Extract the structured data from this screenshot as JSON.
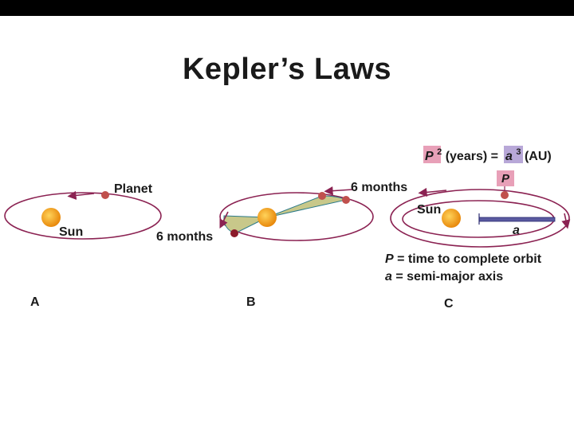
{
  "title": "Kepler’s Laws",
  "panel_a": {
    "planet_label": "Planet",
    "sun_label": "Sun",
    "panel_label": "A"
  },
  "panel_b": {
    "top_label": "6 months",
    "bottom_label": "6 months",
    "panel_label": "B"
  },
  "panel_c": {
    "formula_p": "P",
    "formula_p_exp": "2",
    "formula_years": "(years) =",
    "formula_a": "a",
    "formula_a_exp": "3",
    "formula_au": "(AU)",
    "p_box": "P",
    "sun_label": "Sun",
    "a_label": "a",
    "def_p_symbol": "P",
    "def_p_text": " = time to complete orbit",
    "def_a_symbol": "a",
    "def_a_text": " = semi-major axis",
    "panel_label": "C"
  },
  "colors": {
    "orbit": "#8b2252",
    "sun": "#f5a31a",
    "planet": "#c0504d",
    "swept_area": "#c8c88a",
    "formula_pink": "#e8a0b8",
    "formula_purple": "#b8a8d8"
  }
}
